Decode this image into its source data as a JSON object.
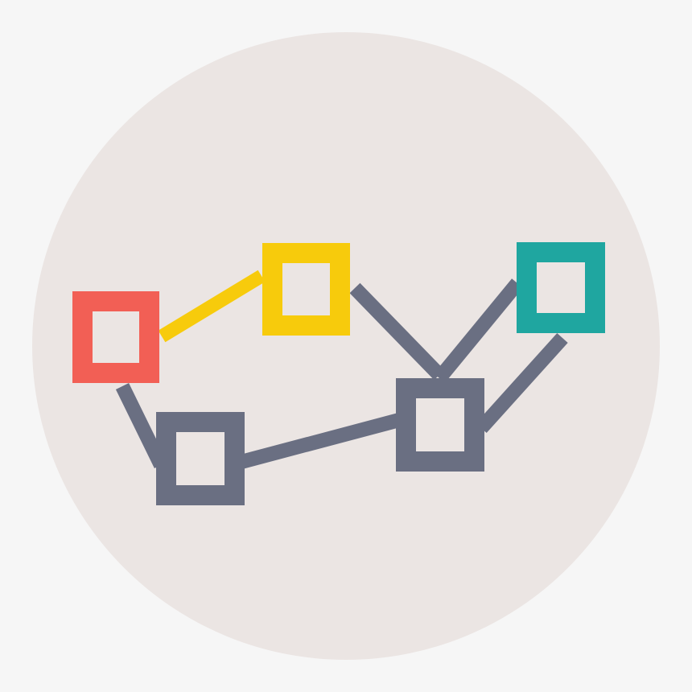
{
  "icon": {
    "name": "network-diagram-icon",
    "colors": {
      "page_background": "#f6f6f6",
      "circle_background": "#ebe5e3",
      "red_node": "#f25f55",
      "yellow_node": "#f7cb0c",
      "teal_node": "#1fa6a0",
      "gray_node": "#6a6f82",
      "yellow_link": "#f7cb0c",
      "gray_link": "#6a6f82"
    },
    "nodes": [
      {
        "id": "red",
        "color_key": "red_node"
      },
      {
        "id": "yellow",
        "color_key": "yellow_node"
      },
      {
        "id": "teal",
        "color_key": "teal_node"
      },
      {
        "id": "gray-left",
        "color_key": "gray_node"
      },
      {
        "id": "gray-center",
        "color_key": "gray_node"
      }
    ],
    "links": [
      {
        "from": "red",
        "to": "yellow",
        "color_key": "yellow_link"
      },
      {
        "from": "red",
        "to": "gray-left",
        "color_key": "gray_link"
      },
      {
        "from": "gray-left",
        "to": "gray-center",
        "color_key": "gray_link"
      },
      {
        "from": "yellow",
        "to": "gray-center",
        "color_key": "gray_link"
      },
      {
        "from": "gray-center",
        "to": "teal",
        "color_key": "gray_link"
      }
    ]
  }
}
